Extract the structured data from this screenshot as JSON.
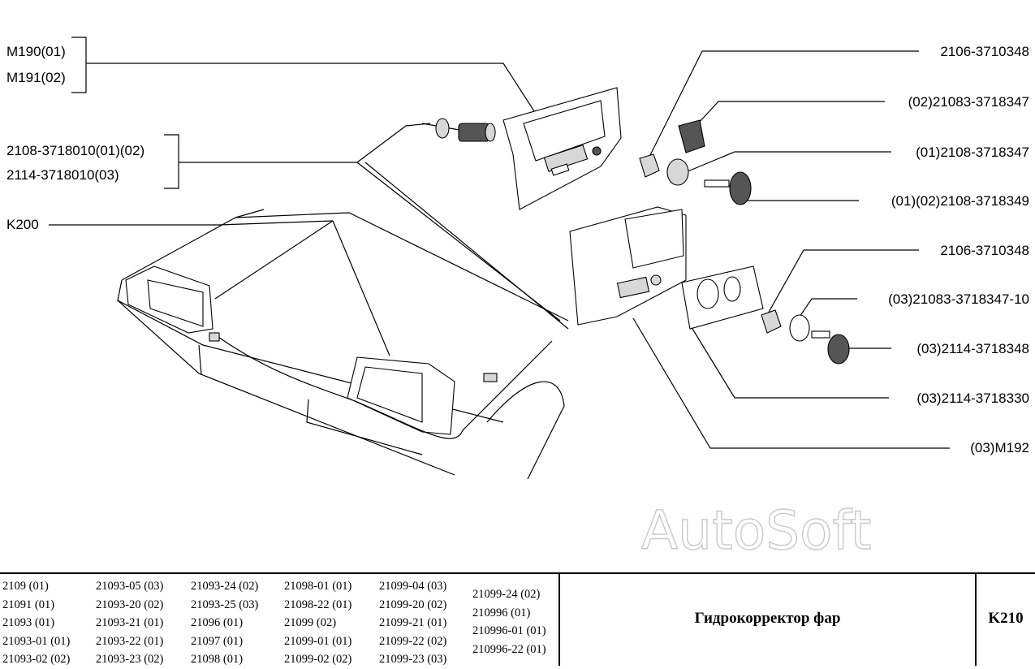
{
  "callouts": {
    "left": [
      "M190(01)",
      "M191(02)",
      "2108-3718010(01)(02)",
      "2114-3718010(03)",
      "K200"
    ],
    "right": [
      "2106-3710348",
      "(02)21083-3718347",
      "(01)2108-3718347",
      "(01)(02)2108-3718349",
      "2106-3710348",
      "(03)21083-3718347-10",
      "(03)2114-3718348",
      "(03)2114-3718330",
      "(03)M192"
    ]
  },
  "watermark": "AutoSoft",
  "models": [
    [
      "2109 (01)",
      "21091 (01)",
      "21093 (01)",
      "21093-01 (01)",
      "21093-02 (02)"
    ],
    [
      "21093-05 (03)",
      "21093-20 (02)",
      "21093-21 (01)",
      "21093-22 (01)",
      "21093-23 (02)"
    ],
    [
      "21093-24 (02)",
      "21093-25 (03)",
      "21096 (01)",
      "21097 (01)",
      "21098 (01)"
    ],
    [
      "21098-01 (01)",
      "21098-22 (01)",
      "21099 (02)",
      "21099-01 (01)",
      "21099-02 (02)"
    ],
    [
      "21099-04 (03)",
      "21099-20 (02)",
      "21099-21 (01)",
      "21099-22 (02)",
      "21099-23 (03)"
    ],
    [
      "21099-24 (02)",
      "210996 (01)",
      "210996-01 (01)",
      "210996-22 (01)"
    ]
  ],
  "title": "Гидрокорректор фар",
  "code": "K210"
}
